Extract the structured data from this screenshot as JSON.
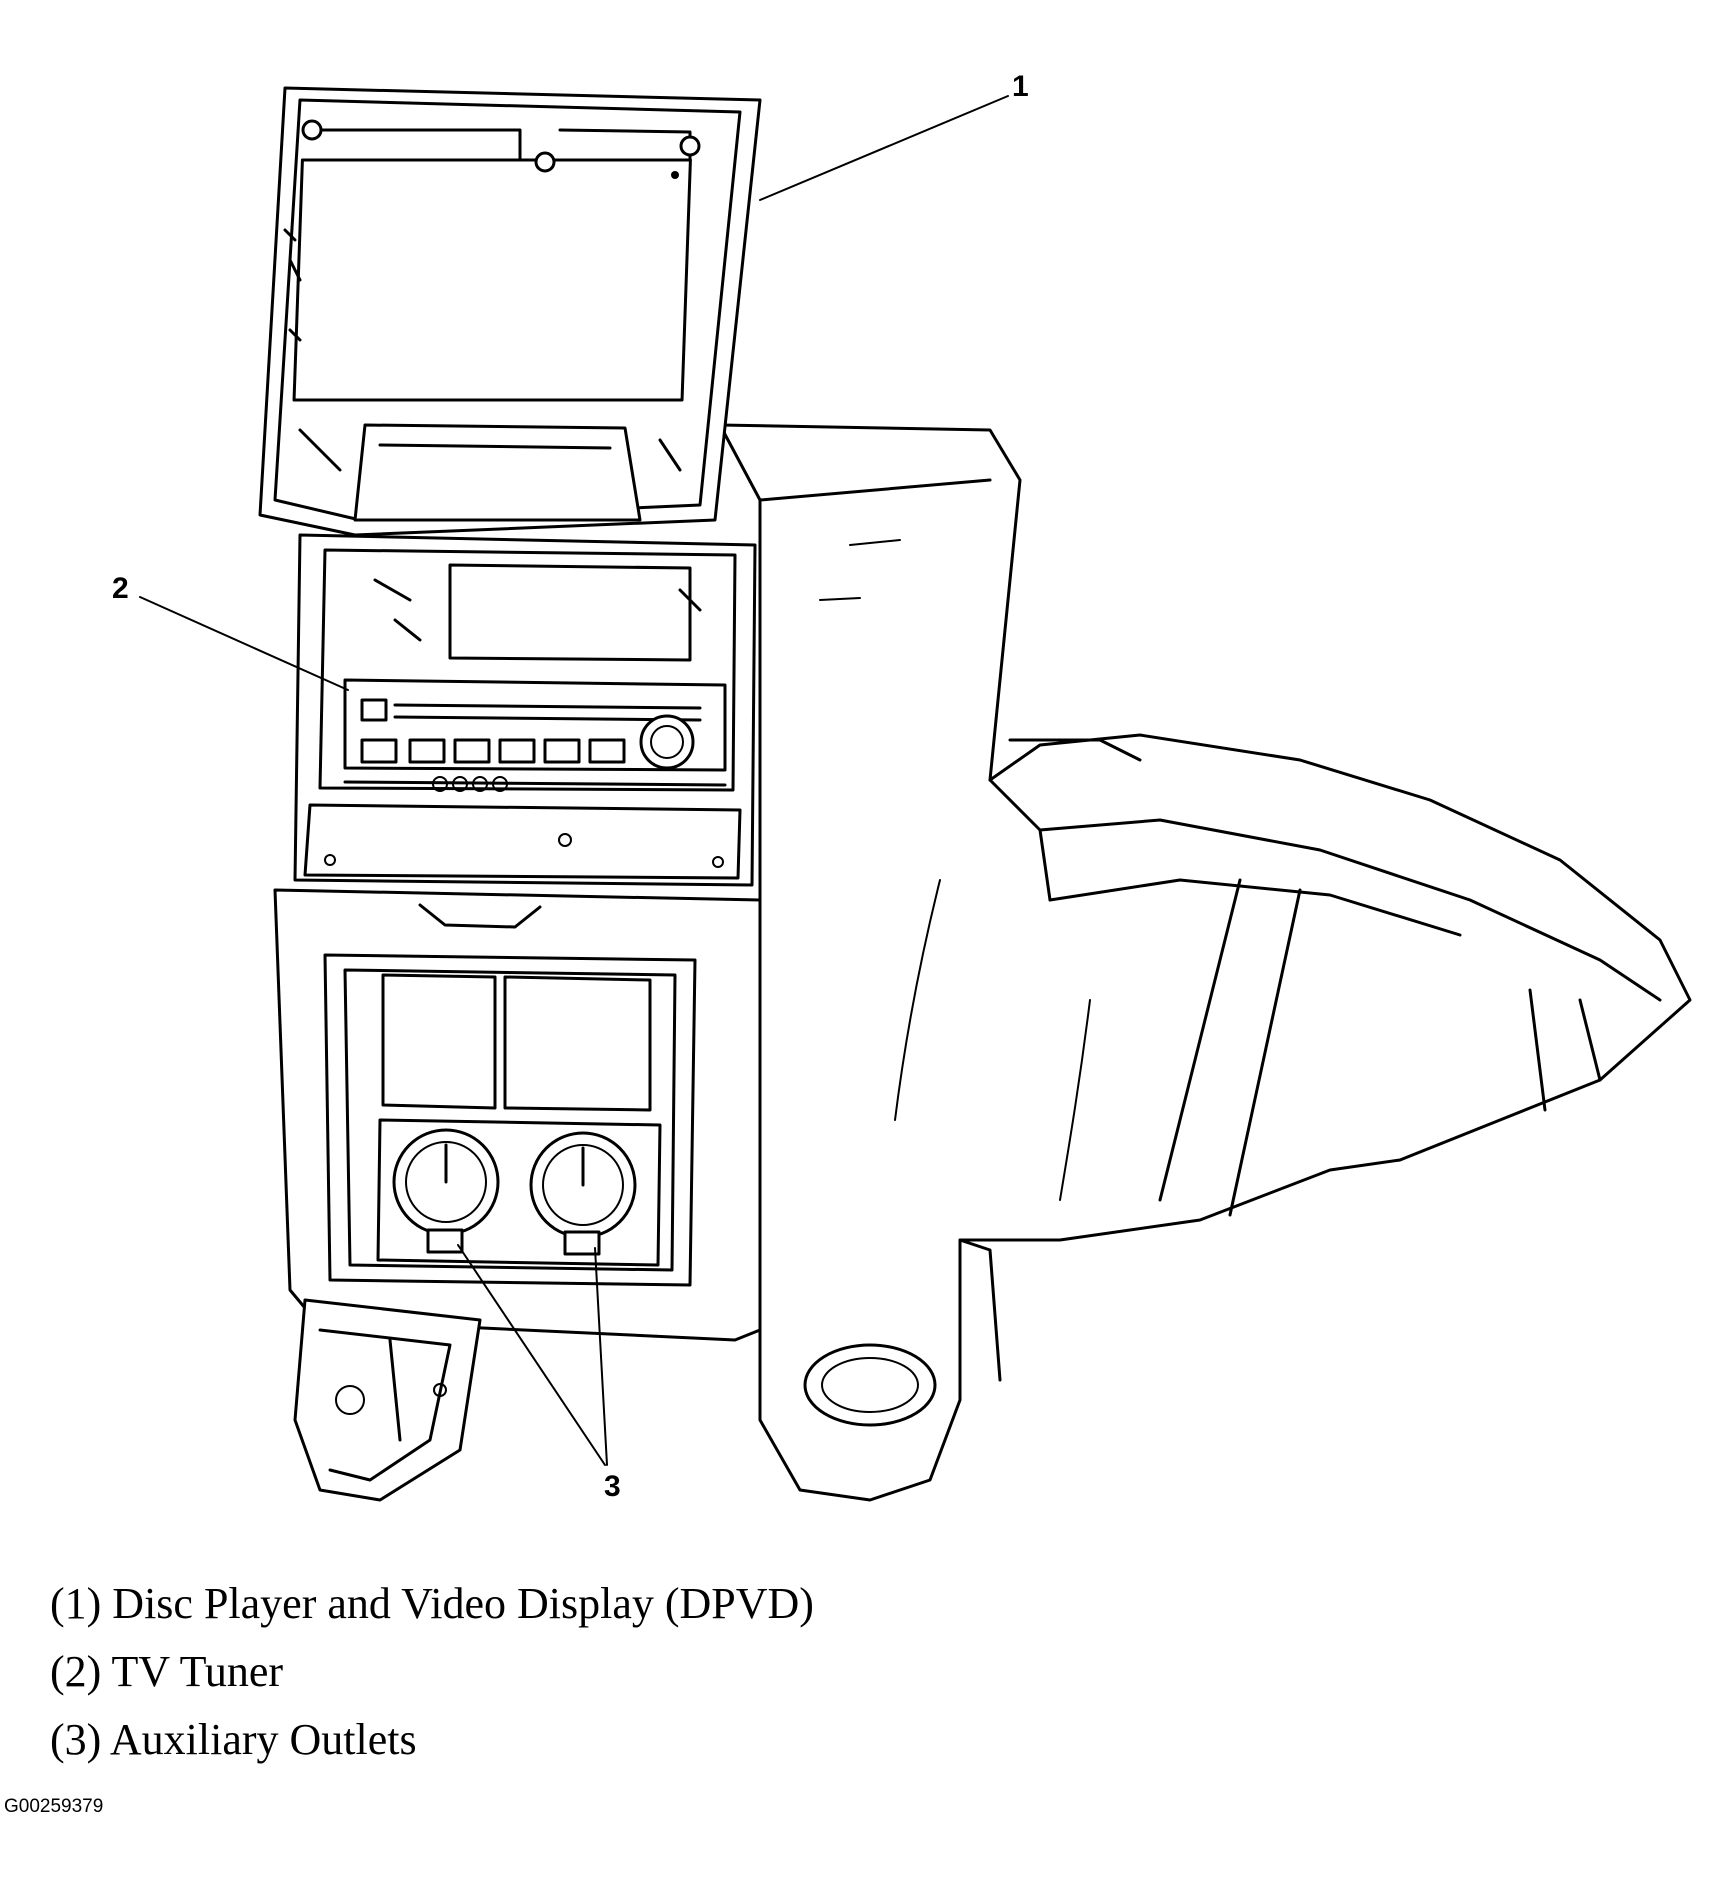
{
  "callouts": [
    {
      "number": "1"
    },
    {
      "number": "2"
    },
    {
      "number": "3"
    }
  ],
  "legend": [
    {
      "text": "(1) Disc Player and Video Display (DPVD)"
    },
    {
      "text": "(2) TV Tuner"
    },
    {
      "text": "(3) Auxiliary Outlets"
    }
  ],
  "figure_code": "G00259379"
}
